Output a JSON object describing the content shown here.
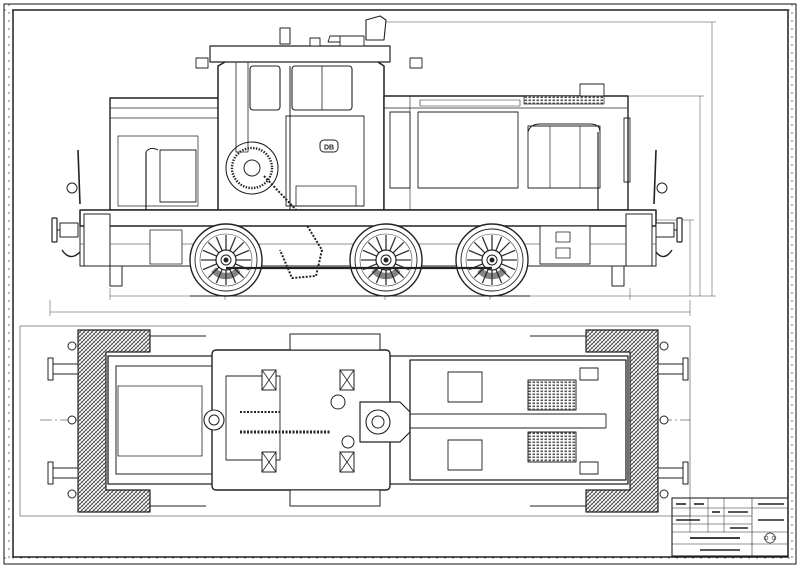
{
  "drawing": {
    "emblem": "DB",
    "side_view_label": "side-elevation",
    "top_view_label": "plan-view"
  },
  "colors": {
    "line": "#222222",
    "hatch": "#444444",
    "paper": "#ffffff",
    "frame": "#111111"
  }
}
